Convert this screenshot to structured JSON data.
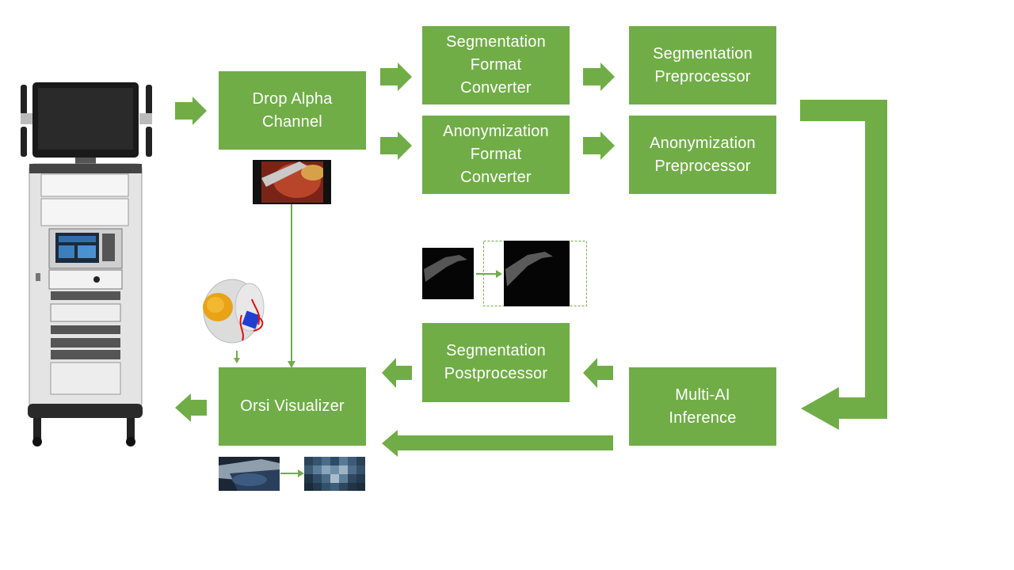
{
  "colors": {
    "box": "#70ad47",
    "arrow": "#70ad47",
    "text": "#ffffff"
  },
  "boxes": {
    "drop_alpha": {
      "lines": [
        "Drop Alpha",
        "Channel"
      ]
    },
    "seg_format": {
      "lines": [
        "Segmentation",
        "Format",
        "Converter"
      ]
    },
    "anon_format": {
      "lines": [
        "Anonymization",
        "Format",
        "Converter"
      ]
    },
    "seg_pre": {
      "lines": [
        "Segmentation",
        "Preprocessor"
      ]
    },
    "anon_pre": {
      "lines": [
        "Anonymization",
        "Preprocessor"
      ]
    },
    "seg_post": {
      "lines": [
        "Segmentation",
        "Postprocessor"
      ]
    },
    "multi_ai": {
      "lines": [
        "Multi-AI",
        "Inference"
      ]
    },
    "orsi": {
      "lines": [
        "Orsi Visualizer"
      ]
    }
  },
  "icons": {
    "device": "surgical-cart-monitor-icon",
    "endoscopy_frame": "endoscopy-frame-thumbnail",
    "mask_small": "segmentation-mask-small-thumbnail",
    "mask_large": "segmentation-mask-large-thumbnail",
    "organ_model": "3d-organ-model-icon",
    "anon_before": "original-frame-thumbnail",
    "anon_after": "pixelated-frame-thumbnail"
  }
}
